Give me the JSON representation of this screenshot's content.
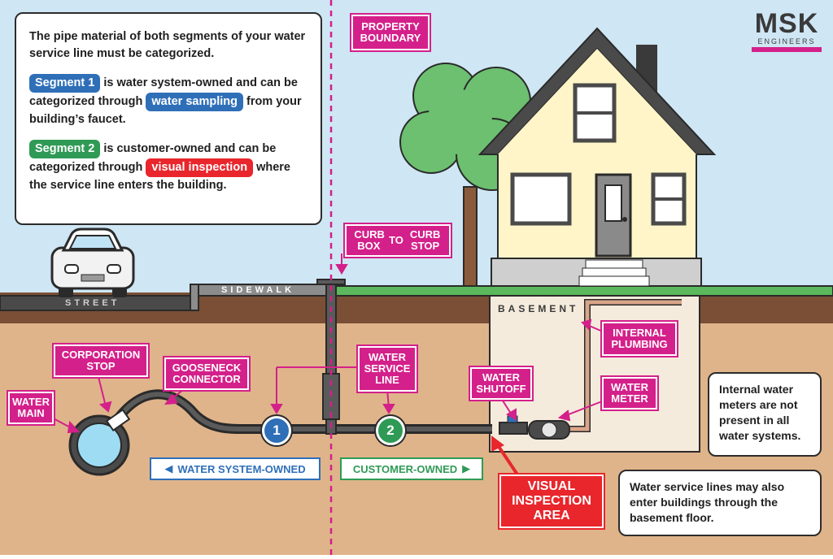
{
  "brand": {
    "name": "MSK",
    "sub": "ENGINEERS",
    "accent": "#d4208a"
  },
  "info_card": {
    "line1": "The pipe material of both segments of your water service line must be categorized.",
    "seg1_pill": "Segment 1",
    "seg1_a": " is water system-owned and can be categorized through ",
    "seg1_pill2": "water sampling",
    "seg1_b": " from your building’s faucet.",
    "seg2_pill": "Segment 2",
    "seg2_a": " is customer-owned and can be categorized through ",
    "seg2_pill2": "visual inspection",
    "seg2_b": " where the service line enters the building."
  },
  "labels": {
    "property_boundary": "PROPERTY BOUNDARY",
    "curb_box": "CURB BOX",
    "to": "TO",
    "curb_stop": "CURB STOP",
    "corporation_stop": "CORPORATION STOP",
    "gooseneck_connector": "GOOSENECK CONNECTOR",
    "water_main": "WATER MAIN",
    "water_service_line": "WATER SERVICE LINE",
    "water_shutoff": "WATER SHUTOFF",
    "internal_plumbing": "INTERNAL PLUMBING",
    "water_meter": "WATER METER",
    "visual_inspection_area": "VISUAL INSPECTION AREA"
  },
  "ground": {
    "street": "STREET",
    "sidewalk": "SIDEWALK",
    "basement": "BASEMENT"
  },
  "segments": {
    "one": "1",
    "two": "2"
  },
  "ownership": {
    "system": "WATER SYSTEM-OWNED",
    "customer": "CUSTOMER-OWNED"
  },
  "notes": {
    "meters": "Internal water meters are not present in all water systems.",
    "floor": "Water service lines may also enter buildings through the basement floor."
  },
  "colors": {
    "sky": "#cfe6f4",
    "soil": "#dfb48a",
    "topsoil": "#7a4f36",
    "grass": "#5cb85c",
    "blue": "#2f6fb8",
    "green": "#2f9a55",
    "red": "#e8262c"
  }
}
